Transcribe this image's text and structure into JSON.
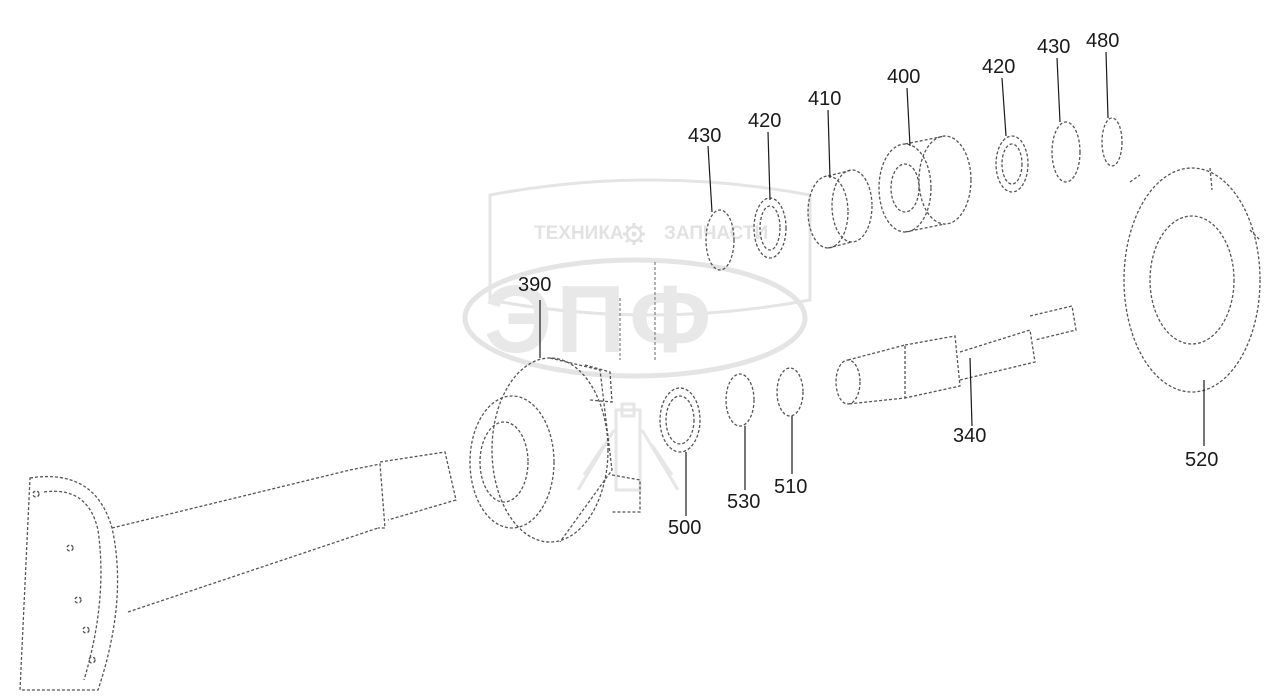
{
  "watermark": {
    "line1_left": "ТЕХНИКА",
    "line1_right": "ЗАПЧАСТИ",
    "brand": "ЭПФ",
    "icon": "gear-icon",
    "color": "#e2e2e2"
  },
  "callouts": {
    "c390": "390",
    "c430a": "430",
    "c420a": "420",
    "c410": "410",
    "c400": "400",
    "c420b": "420",
    "c430b": "430",
    "c480": "480",
    "c340": "340",
    "c520": "520",
    "c500": "500",
    "c530": "530",
    "c510": "510"
  },
  "colors": {
    "line": "#1a1a1a",
    "linework": "#555555"
  }
}
